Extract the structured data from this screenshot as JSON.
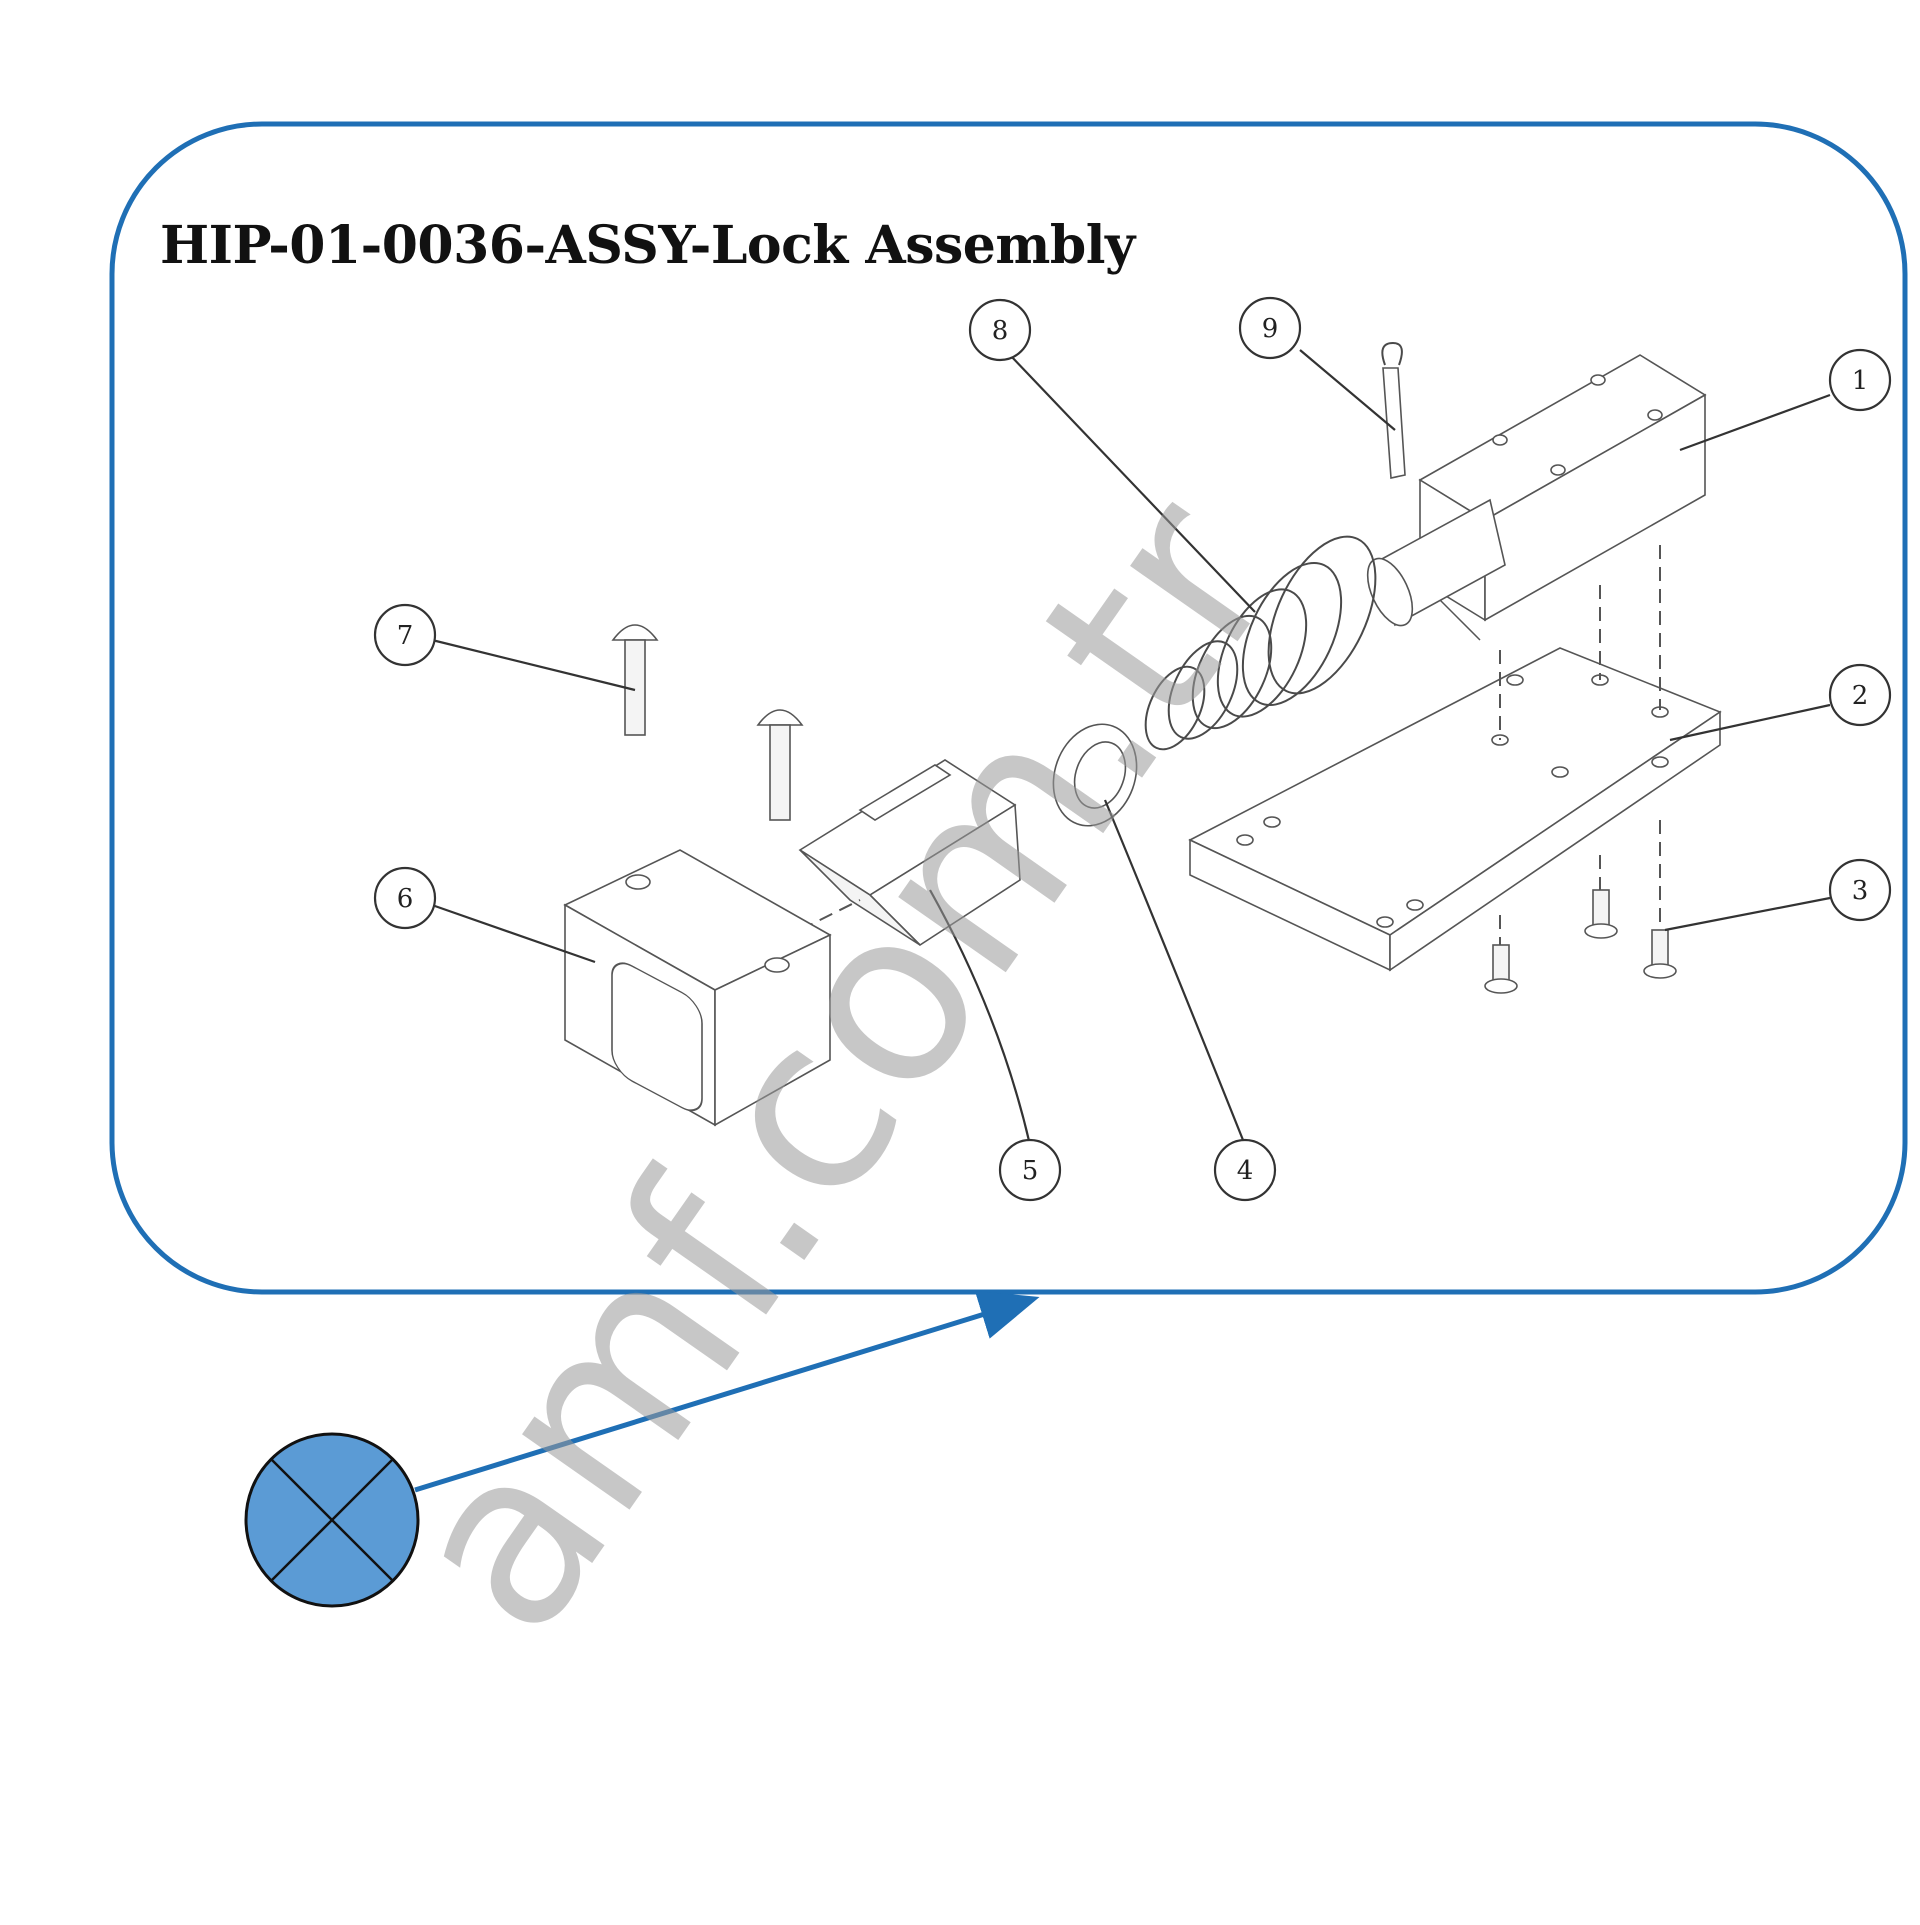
{
  "title": "HIP-01-0036-ASSY-Lock Assembly",
  "watermark": "amf.com.tr",
  "colors": {
    "frame_stroke": "#1f6fb5",
    "marker_fill": "#5b9bd5",
    "arrow": "#1f6fb5"
  },
  "callouts": [
    "1",
    "2",
    "3",
    "4",
    "5",
    "6",
    "7",
    "8",
    "9"
  ],
  "marker_icon": "cross-circle-icon"
}
